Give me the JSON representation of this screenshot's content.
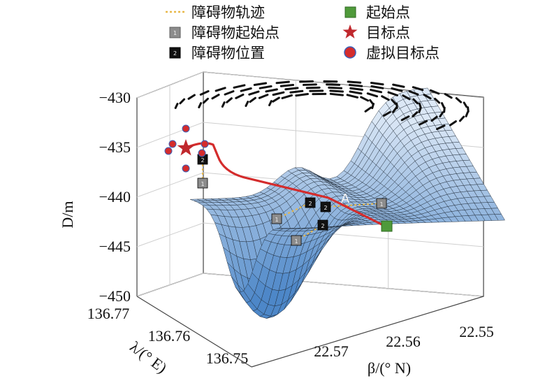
{
  "legend": {
    "items": [
      {
        "label": "障碍物轨迹",
        "icon": "dashed-line-icon",
        "color": "#e8b84a"
      },
      {
        "label": "障碍物起始点",
        "icon": "grey-cube-icon",
        "color": "#8c8c8c",
        "marker_text": "1"
      },
      {
        "label": "障碍物位置",
        "icon": "black-cube-icon",
        "color": "#111111",
        "marker_text": "2"
      },
      {
        "label": "起始点",
        "icon": "green-cube-icon",
        "color": "#4f9a3a"
      },
      {
        "label": "目标点",
        "icon": "star-icon",
        "color": "#c0282d"
      },
      {
        "label": "虚拟目标点",
        "icon": "circle-icon",
        "color": "#d42c2c"
      }
    ]
  },
  "chart_data": {
    "type": "surface",
    "zlabel": "D/m",
    "xlabel": "λ/(° E)",
    "ylabel": "β/(° N)",
    "zlim": [
      -450,
      -430
    ],
    "zticks": [
      "−430",
      "−435",
      "−440",
      "−445",
      "−450"
    ],
    "lambda_ticks": [
      "136.77",
      "136.76",
      "136.75"
    ],
    "beta_ticks": [
      "22.57",
      "22.56",
      "22.55"
    ],
    "grid": true,
    "annotation": "A",
    "colormap": [
      "#dce8f6",
      "#4d87c8"
    ],
    "path_color": "#d42c2c",
    "start_point": {
      "label": "起始点",
      "color": "#4f9a3a"
    },
    "target_point": {
      "label": "目标点",
      "color": "#c0282d"
    },
    "obstacle_start_label": "1",
    "obstacle_position_label": "2"
  }
}
